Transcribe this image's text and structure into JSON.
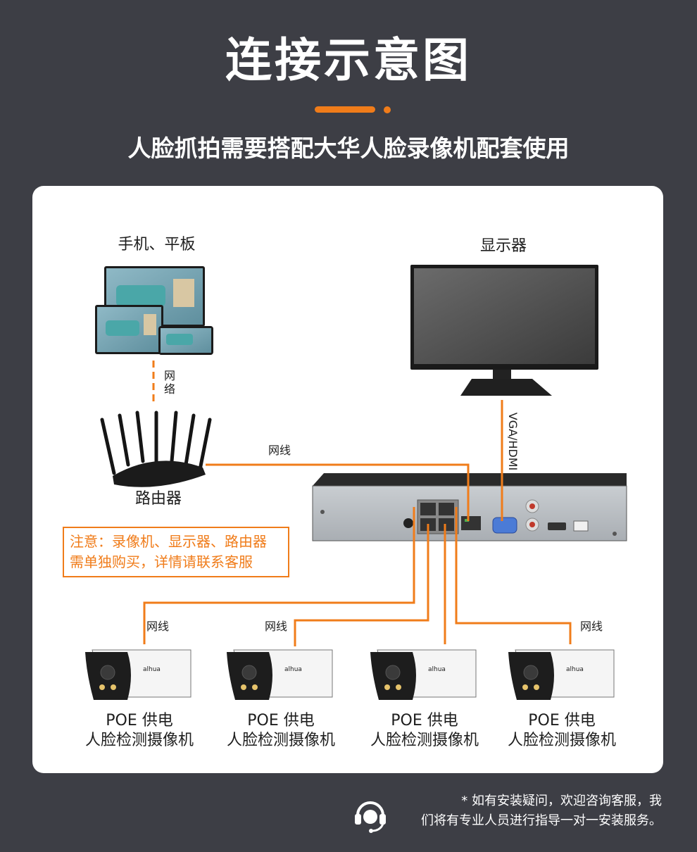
{
  "header": {
    "title": "连接示意图",
    "subtitle": "人脸抓拍需要搭配大华人脸录像机配套使用"
  },
  "diagram": {
    "devices": {
      "phone_tablet": "手机、平板",
      "monitor": "显示器",
      "router": "路由器"
    },
    "links": {
      "network_vertical": [
        "网",
        "络"
      ],
      "network_cable": "网线",
      "vga_hdmi": "VGA/HDMI"
    },
    "cameras": [
      {
        "cable": "网线",
        "line1": "POE 供电",
        "line2": "人脸检测摄像机"
      },
      {
        "cable": "网线",
        "line1": "POE 供电",
        "line2": "人脸检测摄像机"
      },
      {
        "cable": "",
        "line1": "POE 供电",
        "line2": "人脸检测摄像机"
      },
      {
        "cable": "网线",
        "line1": "POE 供电",
        "line2": "人脸检测摄像机"
      }
    ],
    "brand_mark": "alhua",
    "note": {
      "line1": "注意：录像机、显示器、路由器",
      "line2": "需单独购买，详情请联系客服"
    }
  },
  "footer": {
    "line1": "* 如有安装疑问，欢迎咨询客服，我",
    "line2": "们将有专业人员进行指导一对一安装服务。",
    "icon": "headset-icon"
  },
  "colors": {
    "background": "#3d3e45",
    "accent": "#f07c1a",
    "card": "#ffffff"
  }
}
